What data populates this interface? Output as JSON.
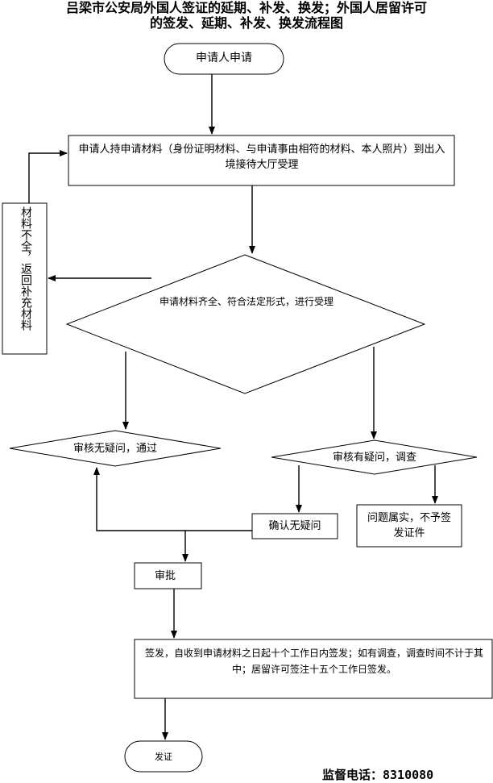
{
  "title": {
    "line1": "吕梁市公安局外国人签证的延期、补发、换发；外国人居留许可",
    "line2": "的签发、延期、补发、换发流程图"
  },
  "nodes": {
    "apply": "申请人申请",
    "submit": "申请人持申请材料（身份证明材料、与申请事由相符的材料、本人照片）到出入境接待大厅受理",
    "incomplete": "材料不全，返回补充材料",
    "accept_check": "申请材料齐全、符合法定形式，进行受理",
    "review_pass": "审核无疑问，通过",
    "review_doubt": "审核有疑问，调查",
    "confirm_ok": "确认无疑问",
    "reject": "问题属实，不予签发证件",
    "approve": "审批",
    "issue_rule": "签发，自收到申请材料之日起十个工作日内签发；如有调查，调查时间不计于其中；居留许可签注十五个工作日签发。",
    "issue": "发证"
  },
  "footer": {
    "hotline": "监督电话：8310080"
  }
}
